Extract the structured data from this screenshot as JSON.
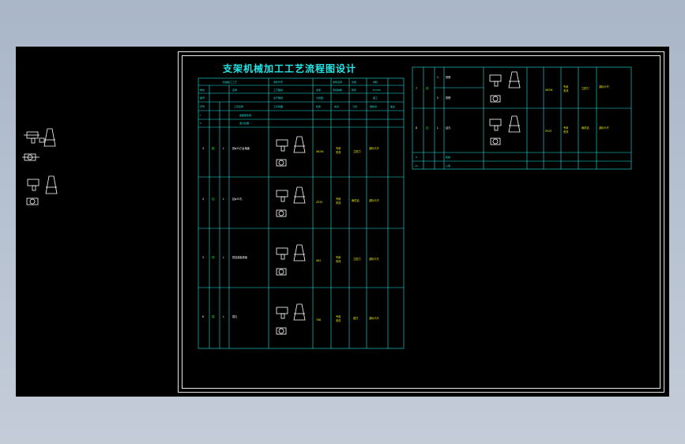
{
  "title": "支架机械加工工艺流程图设计",
  "header_rows": [
    [
      "机械加工工艺",
      "零件代号",
      "零件名称",
      "数量",
      "材料"
    ],
    [
      "单位",
      "名称",
      "工艺路线",
      "支架",
      "毛坯种类",
      "铸件",
      "HT200"
    ],
    [
      "编号",
      "生产纲领",
      "大批量",
      "钳工"
    ]
  ],
  "column_headers": [
    "序号",
    "工序名称",
    "工序简图",
    "机床",
    "夹具",
    "刀具",
    "量检具",
    "备注"
  ],
  "rows_left": [
    {
      "no": "I",
      "name": "金属型铸造"
    },
    {
      "no": "II",
      "name": "退火处理"
    },
    {
      "no": "3",
      "step": "粗",
      "name": "铣φ30凸台端面",
      "machine": "X62W",
      "fixture": "专用夹具",
      "tool": "立铣刀",
      "gauge": "游标卡尺"
    },
    {
      "no": "4",
      "step": "钻",
      "name": "钻φ30孔",
      "machine": "Z535",
      "fixture": "专用夹具",
      "tool": "麻花钻",
      "gauge": "游标卡尺"
    },
    {
      "no": "5",
      "step": "铣",
      "name": "铣连接板底面",
      "machine": "X62",
      "fixture": "专用夹具",
      "tool": "立铣刀",
      "gauge": "游标卡尺"
    },
    {
      "no": "6",
      "step": "镗",
      "name": "镗孔",
      "machine": "T68",
      "fixture": "专用夹具",
      "tool": "镗刀",
      "gauge": "游标卡尺"
    }
  ],
  "rows_right": [
    {
      "no": "7",
      "step": "铣",
      "name": "铣槽",
      "machine": "X62W",
      "fixture": "专用夹具",
      "tool": "立铣刀",
      "gauge": "游标卡尺"
    },
    {
      "no": "8",
      "step": "钻",
      "name": "钻孔",
      "machine": "Z525",
      "fixture": "专用夹具",
      "tool": "麻花钻",
      "gauge": "游标卡尺"
    },
    {
      "no": "9",
      "name": "检验"
    },
    {
      "no": "10",
      "name": "入库"
    }
  ],
  "colors": {
    "background": "#000000",
    "lines": "#21e6e6",
    "frame": "#e8e8e8",
    "drawing": "#ffffff",
    "accent_green": "#22e022",
    "accent_yellow": "#f2f200"
  }
}
